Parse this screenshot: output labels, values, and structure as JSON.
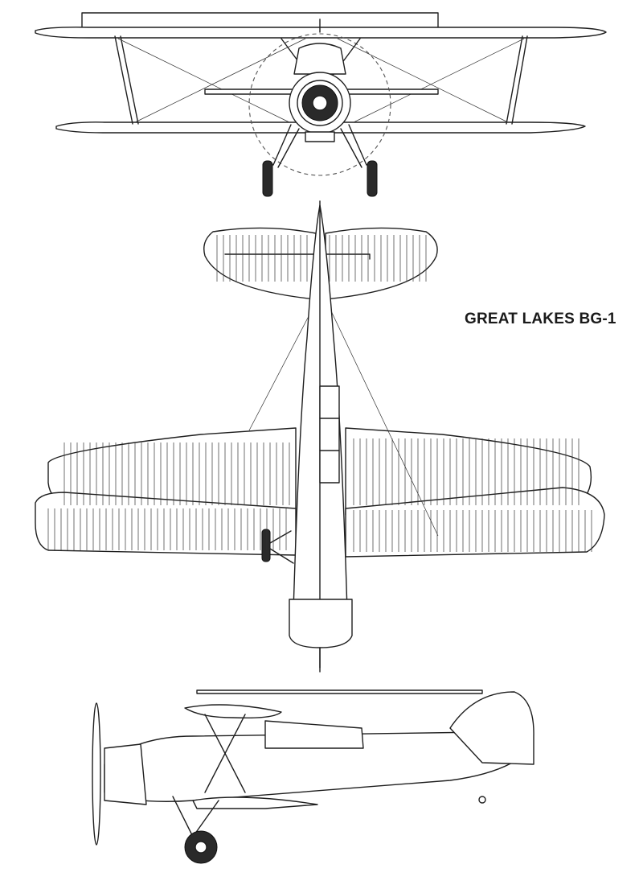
{
  "drawing": {
    "title": "GREAT LAKES BG-1",
    "views": [
      "front-view",
      "top-view",
      "side-view"
    ],
    "colors": {
      "ink": "#1e1e1e",
      "paper": "#ffffff",
      "tire": "#2a2a2a"
    }
  }
}
